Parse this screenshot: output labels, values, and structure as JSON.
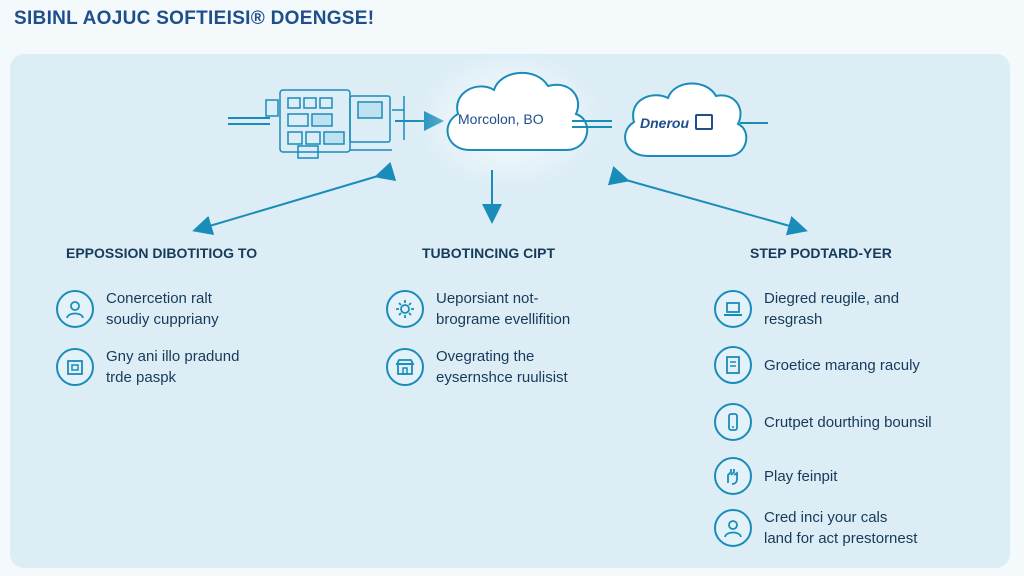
{
  "title": "SIBINL AOJUC SOFTIEISI® DOENGSE!",
  "nodes": {
    "center_cloud": "Morcolon, BO",
    "right_cloud": "Dnerou"
  },
  "columns": [
    {
      "heading": "EPPOSSION DIBOTITIOG TO",
      "items": [
        {
          "icon": "user-icon",
          "text": "Conercetion ralt\nsoudiy cuppriany"
        },
        {
          "icon": "box-icon",
          "text": "Gny ani illo pradund\ntrde paspk"
        }
      ]
    },
    {
      "heading": "TUBOTINCING CIPT",
      "items": [
        {
          "icon": "gear-icon",
          "text": "Ueporsiant not-\nbrograme evellifition"
        },
        {
          "icon": "store-icon",
          "text": "Ovegrating the\neysernshce ruulisist"
        }
      ]
    },
    {
      "heading": "STEP PODTARD-YER",
      "items": [
        {
          "icon": "laptop-icon",
          "text": "Diegred reugile, and\nresgrash"
        },
        {
          "icon": "document-icon",
          "text": "Groetice marang raculy"
        },
        {
          "icon": "phone-icon",
          "text": "Crutpet dourthing bounsil"
        },
        {
          "icon": "hand-icon",
          "text": "Play feinpit"
        },
        {
          "icon": "person-icon",
          "text": "Cred inci your cals\nland for act prestornest"
        }
      ]
    }
  ],
  "colors": {
    "accent": "#1a8cba",
    "title": "#1f4e8c",
    "panel": "#dcedf6"
  }
}
